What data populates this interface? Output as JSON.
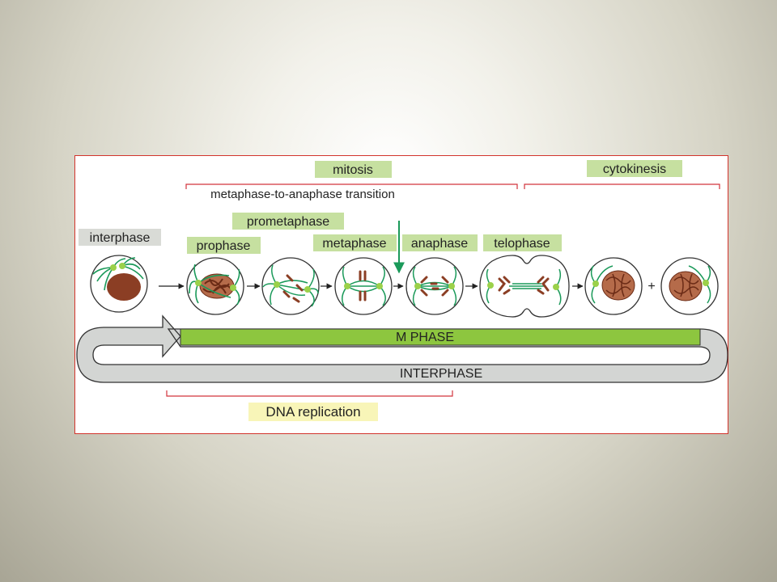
{
  "diagram": {
    "labels": {
      "mitosis": "mitosis",
      "cytokinesis": "cytokinesis",
      "transition": "metaphase-to-anaphase transition",
      "interphase_stage": "interphase",
      "prophase": "prophase",
      "prometaphase": "prometaphase",
      "metaphase": "metaphase",
      "anaphase": "anaphase",
      "telophase": "telophase",
      "plus": "+",
      "m_phase": "M  PHASE",
      "interphase_band": "INTERPHASE",
      "dna_replication": "DNA replication"
    },
    "colors": {
      "border": "#d2342c",
      "label_green": "#c6e0a0",
      "label_gray": "#d9dbd6",
      "label_yellow": "#f8f5b8",
      "bracket": "#d2343c",
      "m_phase_bar": "#8dc63f",
      "interphase_band": "#d3d5d3",
      "chromosome": "#8b3e24",
      "spindle": "#1b9a5a",
      "centrosome": "#9bd14a"
    }
  }
}
